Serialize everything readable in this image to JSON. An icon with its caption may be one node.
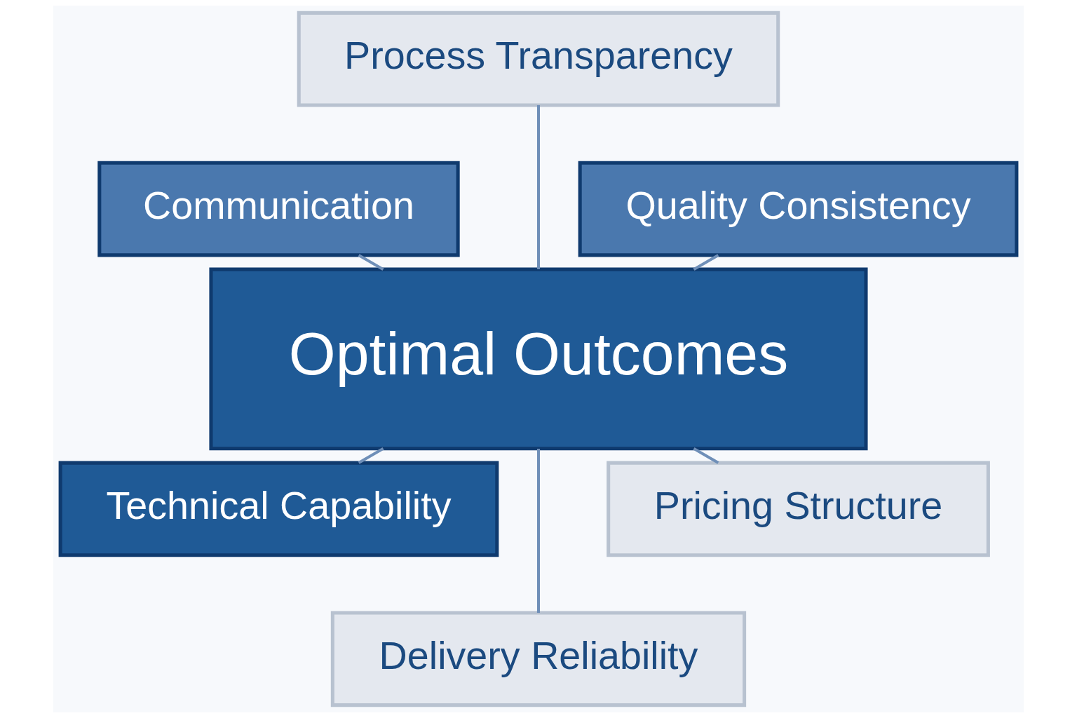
{
  "diagram": {
    "nodes": [
      {
        "text": [
          "Optimal Outcomes"
        ]
      },
      {
        "text": [
          "Quality Consistency"
        ]
      },
      {
        "text": [
          "Process Transparency"
        ]
      },
      {
        "text": [
          "Communication"
        ]
      },
      {
        "text": [
          "Technical Capability"
        ]
      },
      {
        "text": [
          "Delivery Reliability"
        ]
      },
      {
        "text": [
          "Pricing Structure"
        ]
      }
    ],
    "edges": [
      {
        "from": 1,
        "to": 0,
        "arrow": "none"
      },
      {
        "from": 2,
        "to": 0,
        "arrow": "none"
      },
      {
        "from": 3,
        "to": 0,
        "arrow": "none"
      },
      {
        "from": 4,
        "to": 0,
        "arrow": "none"
      },
      {
        "from": 5,
        "to": 0,
        "arrow": "none"
      },
      {
        "from": 6,
        "to": 0,
        "arrow": "none"
      }
    ]
  }
}
